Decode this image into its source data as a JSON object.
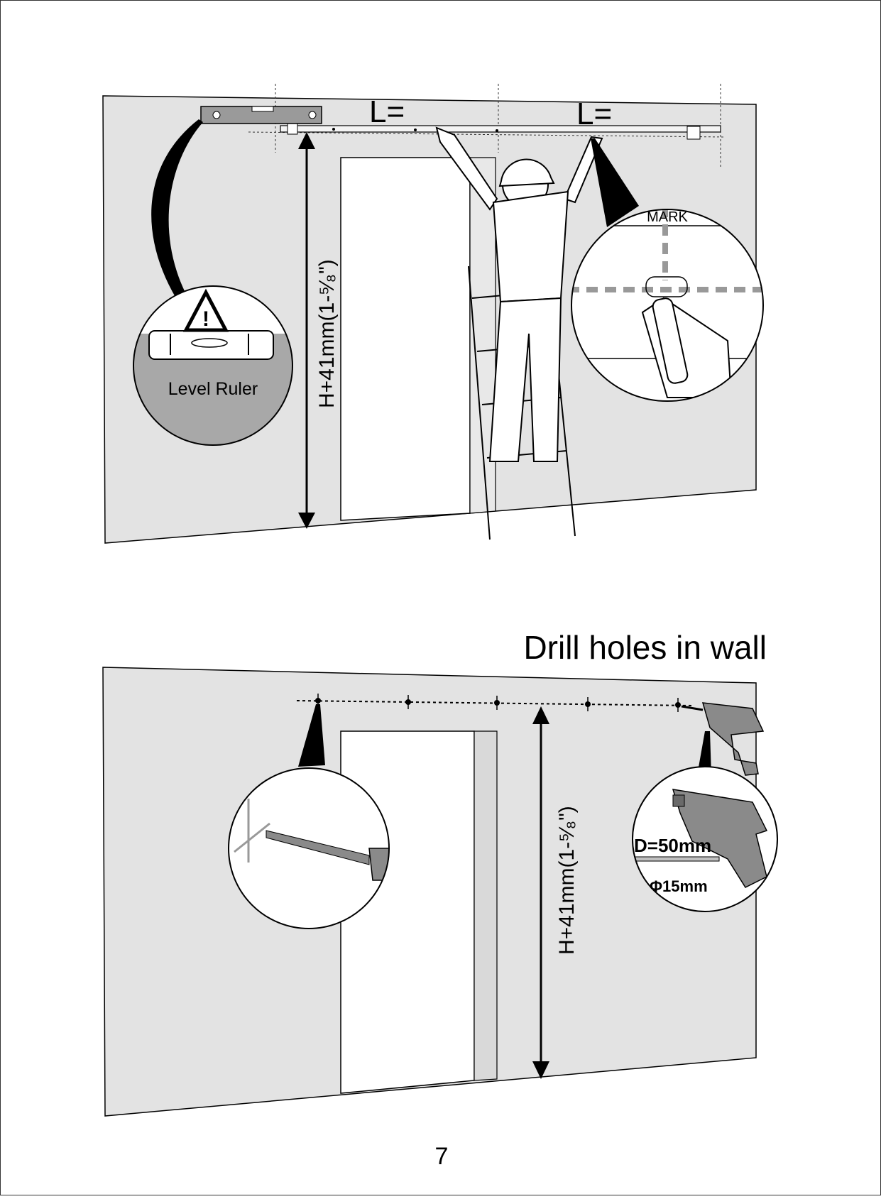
{
  "labels": {
    "top_length_1": "L=",
    "top_length_2": "L=",
    "top_height": "H+41mm(1-⁵⁄₈\")",
    "level_ruler": "Level Ruler",
    "mark": "MARK",
    "drill_title": "Drill holes in wall",
    "bottom_height": "H+41mm(1-⁵⁄₈\")",
    "depth": "D=50mm",
    "diameter": "Φ15mm",
    "page_number": "7"
  },
  "icons": {
    "warning": "warning-triangle-icon",
    "level": "spirit-level-icon",
    "pencil": "pencil-hand-icon",
    "drill": "power-drill-icon",
    "drill_bit": "drill-bit-icon"
  },
  "colors": {
    "wall": "#e3e3e3",
    "doorway": "#ffffff",
    "line": "#000000",
    "guide": "#888888",
    "tool": "#8a8a8a"
  }
}
